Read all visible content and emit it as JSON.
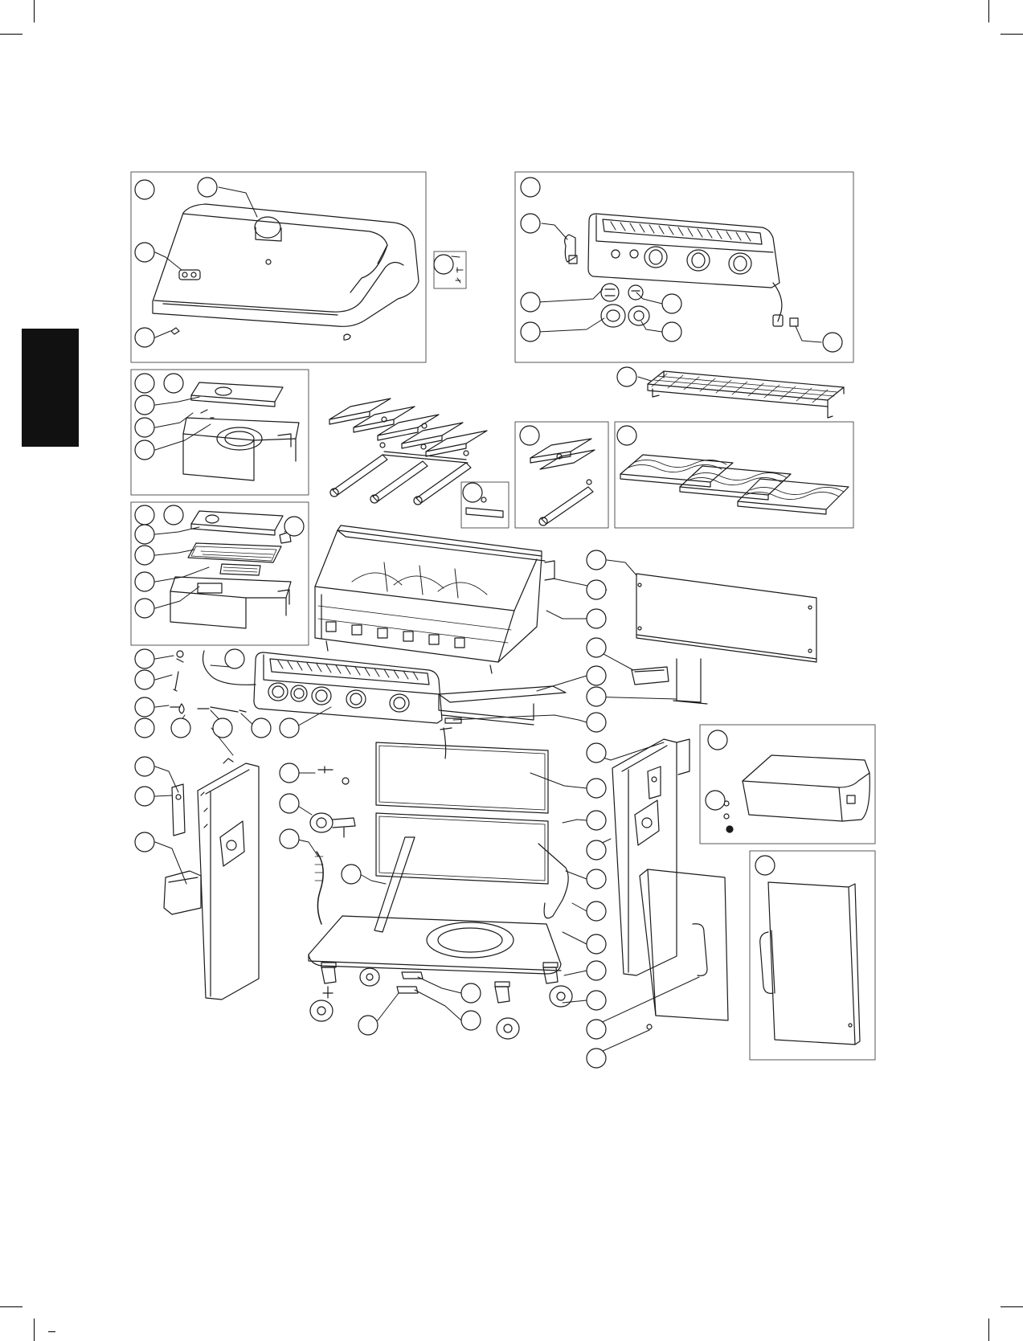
{
  "page": {
    "background": "#ffffff",
    "line_color": "#1a1a1a",
    "tab_color": "#111111"
  },
  "diagram": {
    "kind": "exploded-parts-view",
    "callout_labels_printed": false,
    "panels": [
      {
        "id": "lid",
        "callouts": 4
      },
      {
        "id": "lid-hardware",
        "callouts": 1
      },
      {
        "id": "control-panel",
        "callouts": 7
      },
      {
        "id": "warming-rack",
        "callouts": 1
      },
      {
        "id": "side-burner",
        "callouts": 5
      },
      {
        "id": "flame-tamers-and-burners",
        "callouts": 0
      },
      {
        "id": "ignitor-bracket",
        "callouts": 1
      },
      {
        "id": "rear-burner-kit",
        "callouts": 1
      },
      {
        "id": "cooking-grids",
        "callouts": 1
      },
      {
        "id": "sear-station",
        "callouts": 6
      },
      {
        "id": "side-shelf",
        "callouts": 2
      },
      {
        "id": "door",
        "callouts": 1
      }
    ]
  }
}
